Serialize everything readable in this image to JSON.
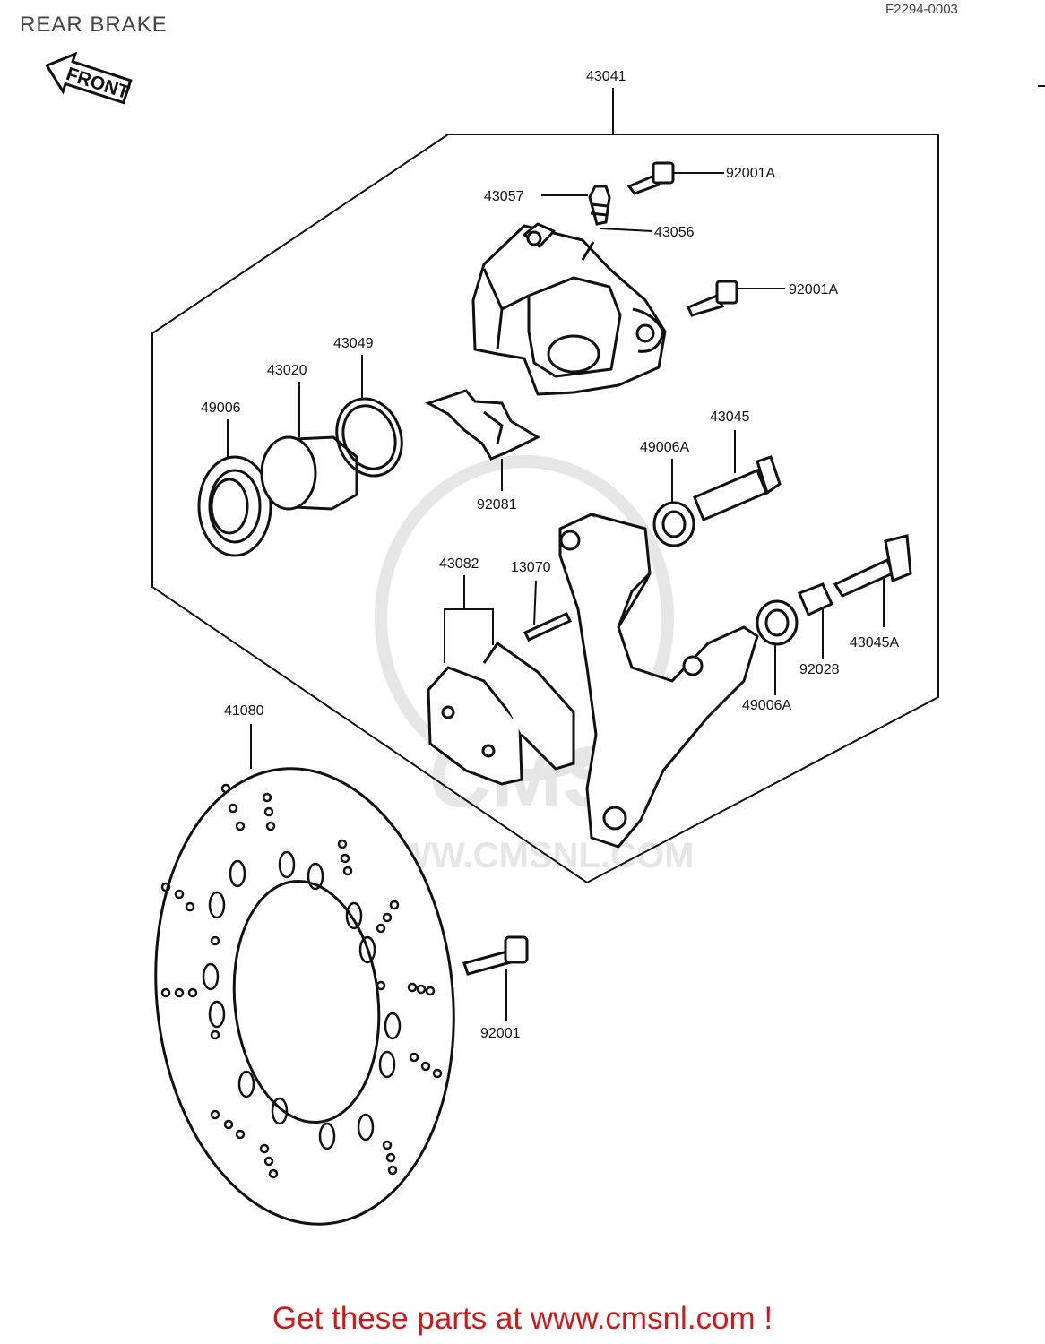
{
  "header": {
    "title": "REAR BRAKE",
    "code": "F2294-0003",
    "front_arrow": "FRONT"
  },
  "watermark": {
    "url": "WWW.CMSNL.COM",
    "brand": "CMS"
  },
  "parts": {
    "p43041": "43041",
    "p92001A_1": "92001A",
    "p43057": "43057",
    "p43056": "43056",
    "p92001A_2": "92001A",
    "p43049": "43049",
    "p43020": "43020",
    "p49006": "49006",
    "p43045": "43045",
    "p49006A_1": "49006A",
    "p92081": "92081",
    "p43082": "43082",
    "p13070": "13070",
    "p43045A": "43045A",
    "p92028": "92028",
    "p49006A_2": "49006A",
    "p41080": "41080",
    "p92001": "92001"
  },
  "footer": {
    "text": "Get these parts at www.cmsnl.com !"
  },
  "colors": {
    "line": "#111111",
    "footer": "#d01818",
    "watermark": "#e6e6e6"
  }
}
